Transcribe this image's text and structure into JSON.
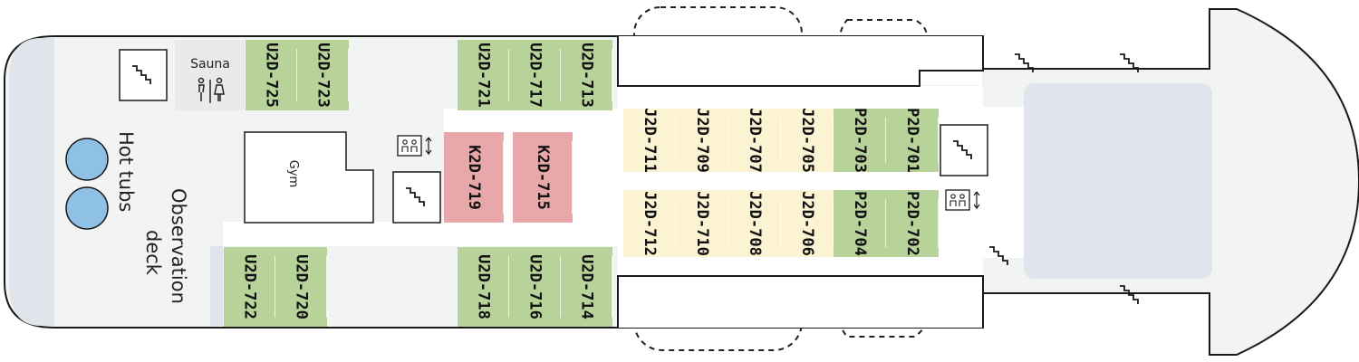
{
  "colors": {
    "background": "#ffffff",
    "hull_fill": "#f2f3f3",
    "hull_stroke": "#1a1a1a",
    "deck_blue": "#dfe5ea",
    "cabin_U": "#b7d39a",
    "cabin_P": "#b7d39a",
    "cabin_J": "#fbf3d2",
    "cabin_K": "#e8a8aa",
    "hot_tub": "#8fc1e6",
    "sauna_box": "#eaeaea"
  },
  "labels": {
    "sauna": "Sauna",
    "gym": "Gym",
    "hot_tubs": "Hot tubs",
    "observation_line1": "Observation",
    "observation_line2": "deck"
  },
  "cabins": {
    "U2D-725": "U2D-725",
    "U2D-723": "U2D-723",
    "U2D-721": "U2D-721",
    "U2D-717": "U2D-717",
    "U2D-713": "U2D-713",
    "U2D-722": "U2D-722",
    "U2D-720": "U2D-720",
    "U2D-718": "U2D-718",
    "U2D-716": "U2D-716",
    "U2D-714": "U2D-714",
    "K2D-719": "K2D-719",
    "K2D-715": "K2D-715",
    "J2D-711": "J2D-711",
    "J2D-709": "J2D-709",
    "J2D-707": "J2D-707",
    "J2D-705": "J2D-705",
    "P2D-703": "P2D-703",
    "P2D-701": "P2D-701",
    "J2D-712": "J2D-712",
    "J2D-710": "J2D-710",
    "J2D-708": "J2D-708",
    "J2D-706": "J2D-706",
    "P2D-704": "P2D-704",
    "P2D-702": "P2D-702"
  },
  "icons": {
    "stairs": "stairs-icon",
    "elevator": "elevator-icon",
    "restroom": "restroom-icon",
    "lifeboat": "lifeboat-outline"
  }
}
